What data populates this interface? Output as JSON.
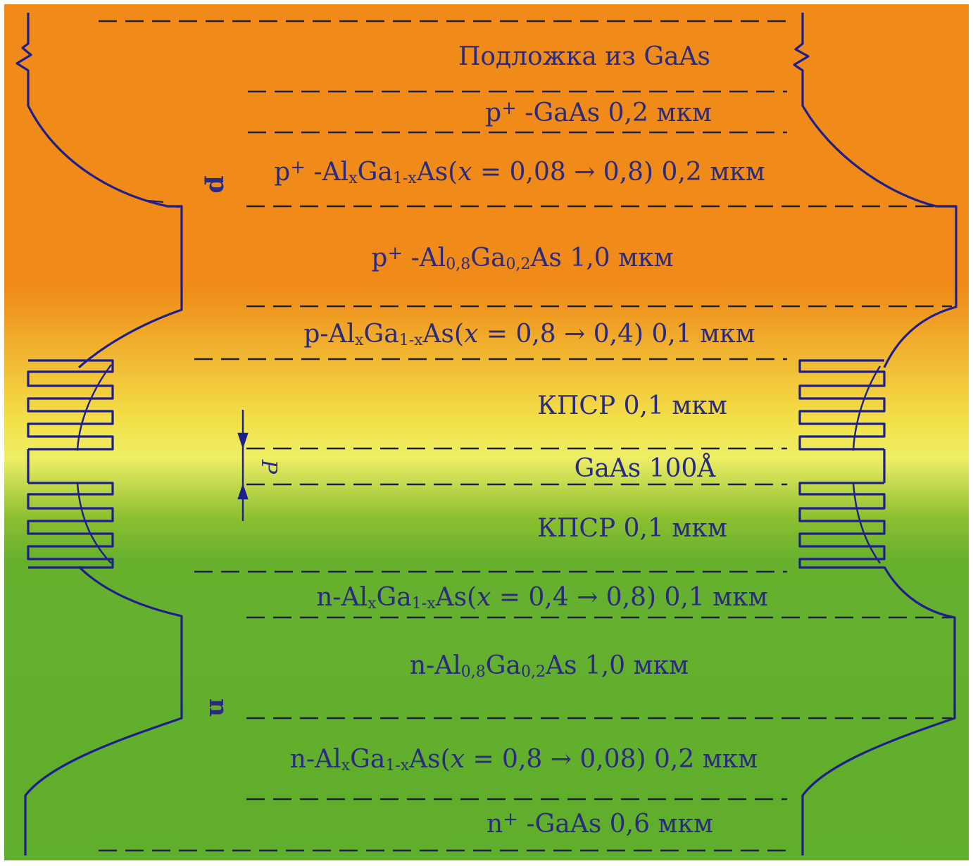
{
  "layers": [
    {
      "id": "substrate",
      "parts": [
        {
          "t": "Подложка из GaAs"
        }
      ]
    },
    {
      "id": "p-plus-gaas",
      "parts": [
        {
          "t": "p"
        },
        {
          "t": "+",
          "s": "sup"
        },
        {
          "t": " -GaAs 0,2 мкм"
        }
      ]
    },
    {
      "id": "p-plus-grad",
      "parts": [
        {
          "t": "p"
        },
        {
          "t": "+",
          "s": "sup"
        },
        {
          "t": " -Al"
        },
        {
          "t": "x",
          "s": "sub"
        },
        {
          "t": "Ga"
        },
        {
          "t": "1-x",
          "s": "sub"
        },
        {
          "t": "As("
        },
        {
          "t": "x",
          "s": "it"
        },
        {
          "t": " = 0,08 → 0,8) 0,2 мкм"
        }
      ]
    },
    {
      "id": "p-plus-algaas",
      "parts": [
        {
          "t": "p"
        },
        {
          "t": "+",
          "s": "sup"
        },
        {
          "t": " -Al"
        },
        {
          "t": "0,8",
          "s": "sub"
        },
        {
          "t": "Ga"
        },
        {
          "t": "0,2",
          "s": "sub"
        },
        {
          "t": "As 1,0 мкм"
        }
      ]
    },
    {
      "id": "p-grad",
      "parts": [
        {
          "t": "p-Al"
        },
        {
          "t": "x",
          "s": "sub"
        },
        {
          "t": "Ga"
        },
        {
          "t": "1-x",
          "s": "sub"
        },
        {
          "t": "As("
        },
        {
          "t": "x",
          "s": "it"
        },
        {
          "t": " = 0,8 → 0,4) 0,1 мкм"
        }
      ]
    },
    {
      "id": "kpsr-top",
      "parts": [
        {
          "t": "КПСР 0,1 мкм"
        }
      ]
    },
    {
      "id": "qw-gaas",
      "parts": [
        {
          "t": "GaAs 100Å"
        }
      ]
    },
    {
      "id": "kpsr-bottom",
      "parts": [
        {
          "t": "КПСР 0,1 мкм"
        }
      ]
    },
    {
      "id": "n-grad",
      "parts": [
        {
          "t": "n-Al"
        },
        {
          "t": "x",
          "s": "sub"
        },
        {
          "t": "Ga"
        },
        {
          "t": "1-x",
          "s": "sub"
        },
        {
          "t": "As("
        },
        {
          "t": "x",
          "s": "it"
        },
        {
          "t": " = 0,4 → 0,8)  0,1 мкм"
        }
      ]
    },
    {
      "id": "n-algaas",
      "parts": [
        {
          "t": "n-Al"
        },
        {
          "t": "0,8",
          "s": "sub"
        },
        {
          "t": "Ga"
        },
        {
          "t": "0,2",
          "s": "sub"
        },
        {
          "t": "As 1,0 мкм"
        }
      ]
    },
    {
      "id": "n-grad-2",
      "parts": [
        {
          "t": "n-Al"
        },
        {
          "t": "x",
          "s": "sub"
        },
        {
          "t": "Ga"
        },
        {
          "t": "1-x",
          "s": "sub"
        },
        {
          "t": "As("
        },
        {
          "t": "x",
          "s": "it"
        },
        {
          "t": " = 0,8 → 0,08) 0,2 мкм"
        }
      ]
    },
    {
      "id": "n-plus-gaas",
      "parts": [
        {
          "t": "n"
        },
        {
          "t": "+",
          "s": "sup"
        },
        {
          "t": " -GaAs 0,6 мкм"
        }
      ]
    }
  ],
  "side_labels": {
    "p": "p",
    "n": "n",
    "well_width": "P"
  },
  "colors": {
    "top": "#f08a18",
    "middle": "#f2ea4a",
    "bottom": "#66b02e",
    "ink": "#2a2a80"
  }
}
